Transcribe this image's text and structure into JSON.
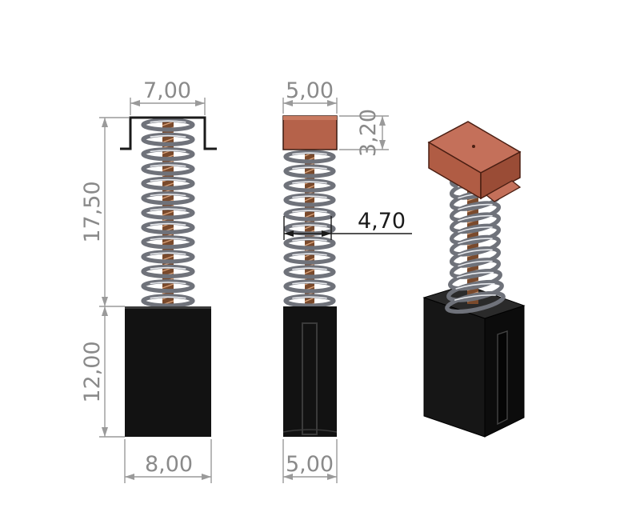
{
  "drawing": {
    "front_view": {
      "top_width": "7,00",
      "spring_length": "17,50",
      "brush_length": "12,00",
      "brush_width": "8,00"
    },
    "side_view": {
      "cap_width": "5,00",
      "cap_height": "3,20",
      "spring_diameter": "4,70",
      "brush_thickness": "5,00"
    },
    "iso_view": {}
  },
  "colors": {
    "dimension_gray": "#8a8a8a",
    "copper_cap": "#b5624a",
    "carbon_black": "#121212",
    "spring_steel": "#6f727a",
    "copper_wire": "#7a4a2c"
  }
}
